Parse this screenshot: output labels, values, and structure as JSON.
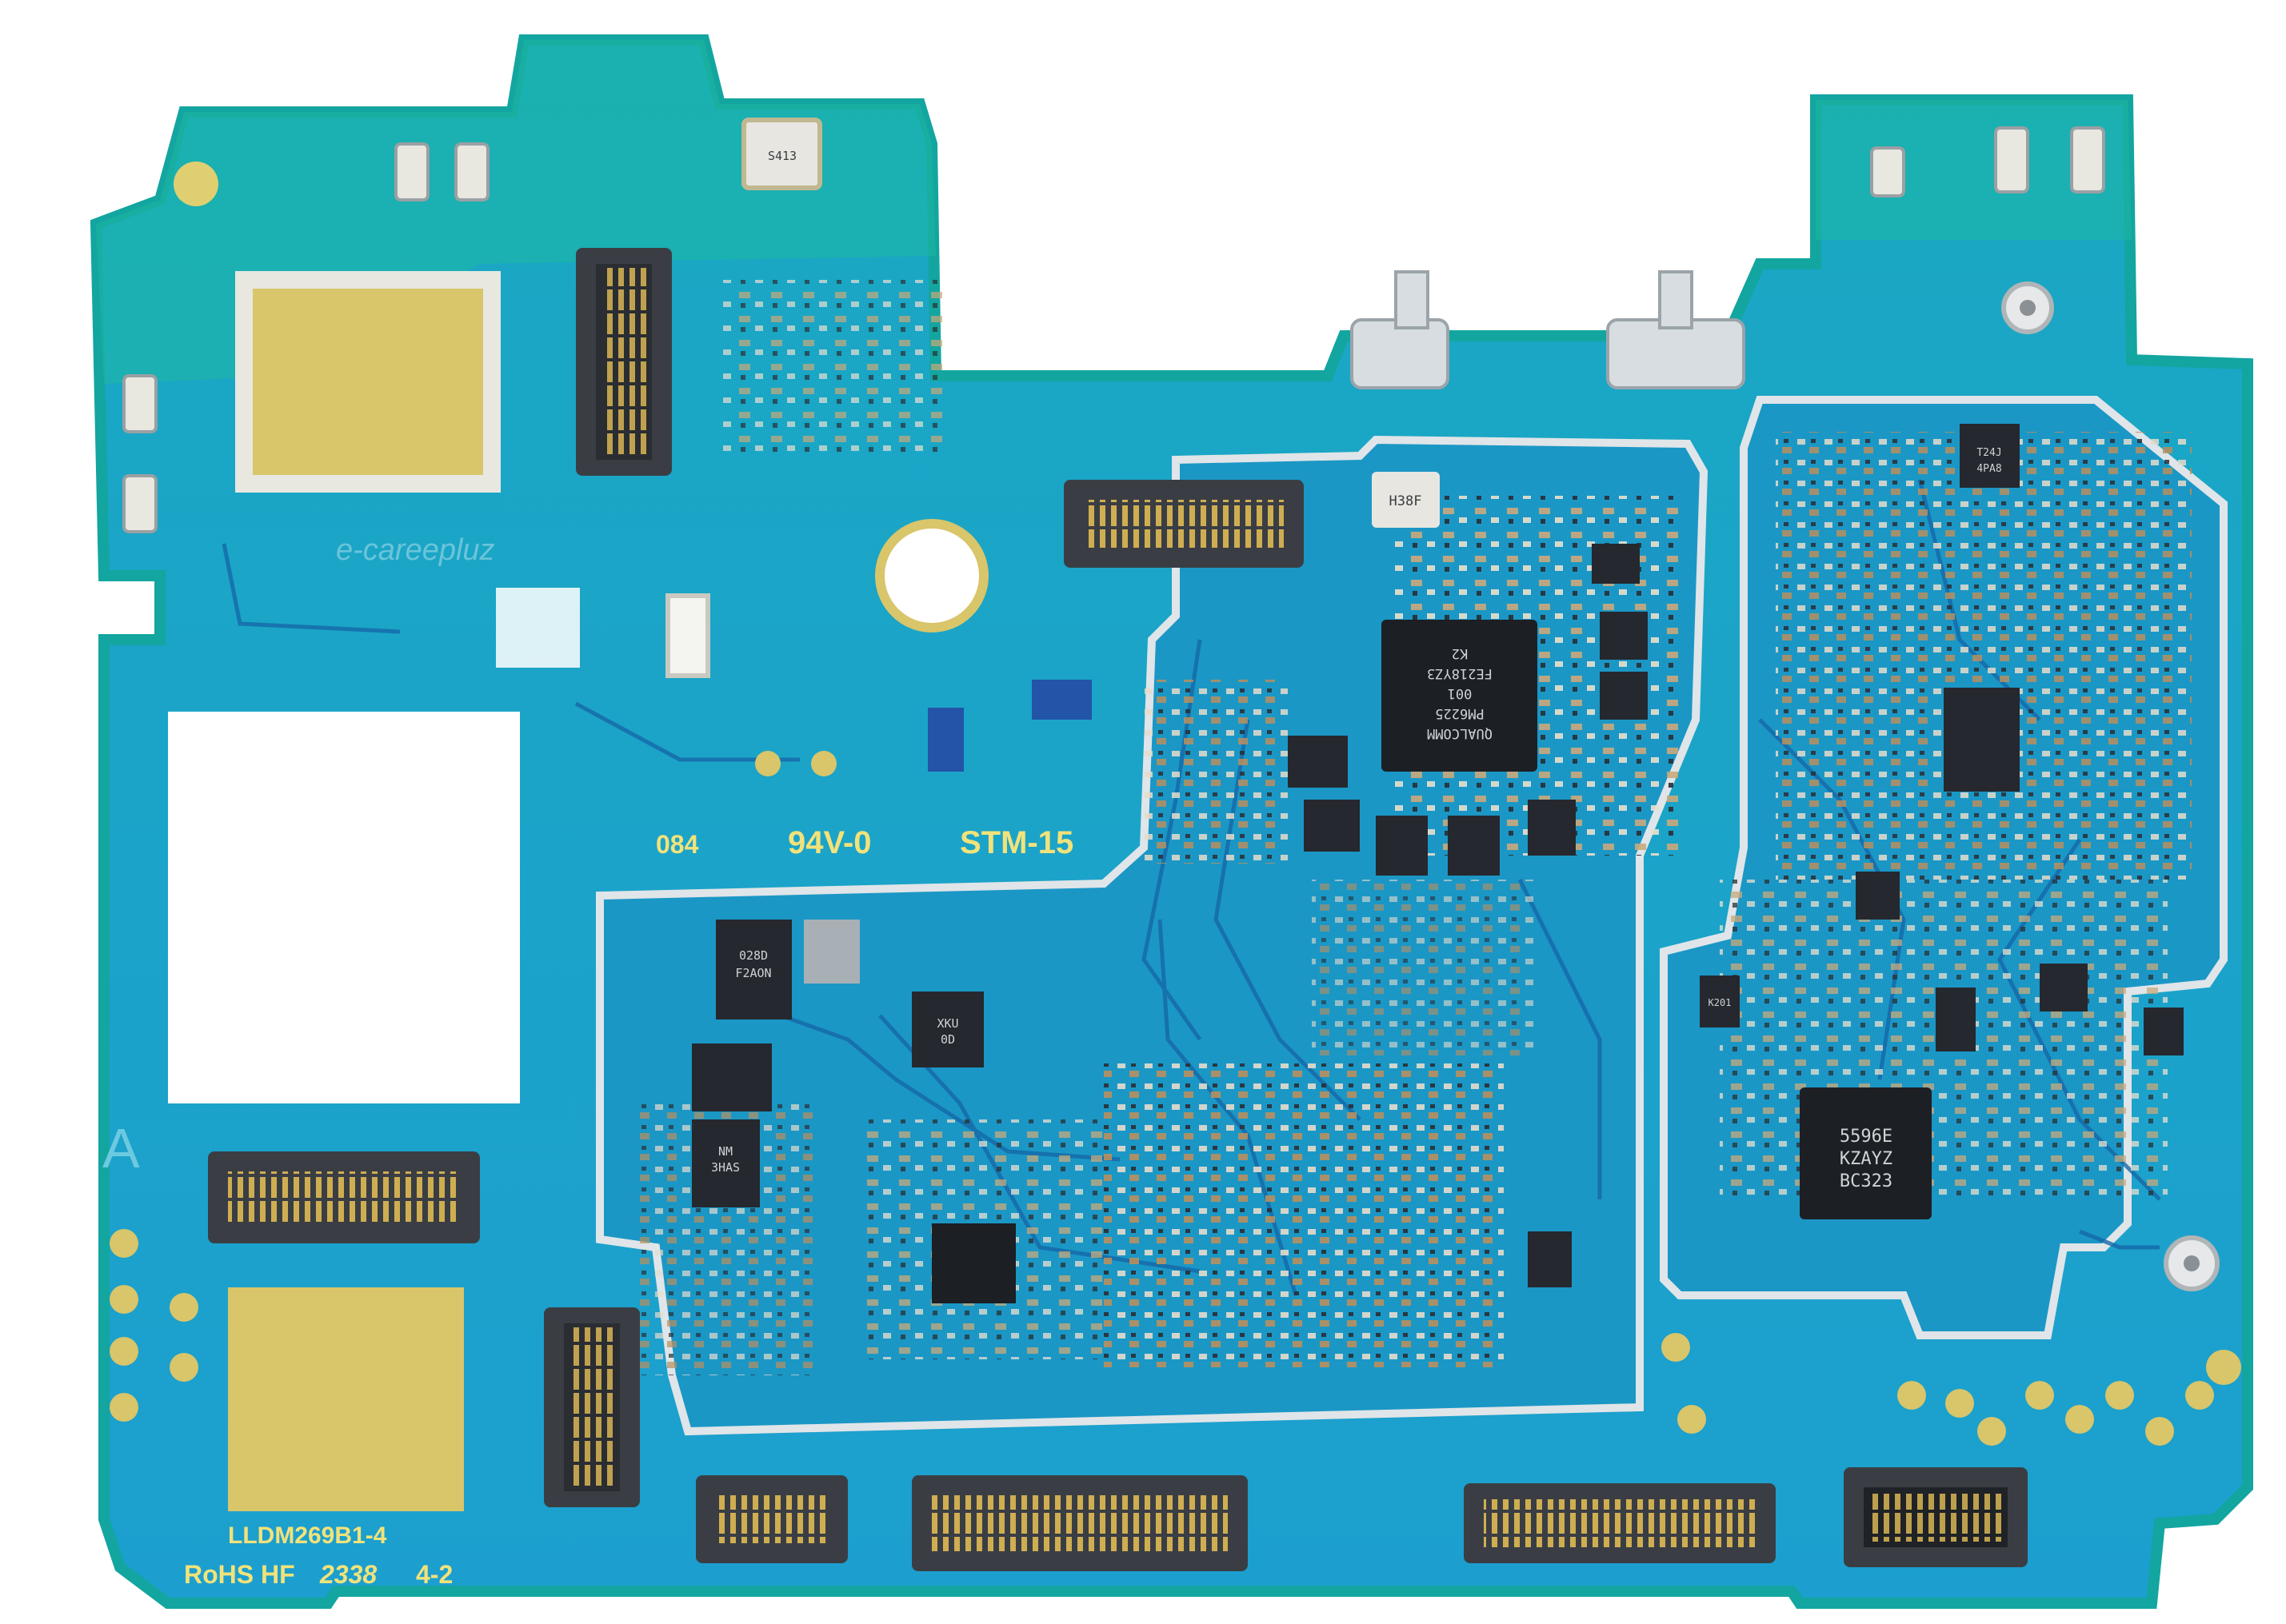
{
  "colors": {
    "board": "#1fa4c9",
    "board_edge": "#15b3a6",
    "trace": "#1568a8",
    "shield": "#c9d1d6",
    "gold": "#d9c56a",
    "chip": "#1c1f24",
    "silkscreen": "#f2e27a"
  },
  "silkscreen": {
    "batch": "084",
    "ul_rating": "94V-0",
    "maker": "STM-15",
    "model": "LLDM269B1-4",
    "compliance": "RoHS HF",
    "date_code": "2338",
    "rev": "4-2",
    "side_letter": "A"
  },
  "chips": {
    "pmic": {
      "line1": "QUALCOMM",
      "line2": "PM6225",
      "line3": "001",
      "line4": "FE218YZ3",
      "line5": "K2"
    },
    "rf": {
      "line1": "5596E",
      "line2": "KZAYZ",
      "line3": "BC323"
    },
    "sensor": {
      "line1": "H38F"
    },
    "mic": {
      "line1": "S413"
    },
    "small1": {
      "line1": "028D",
      "line2": "F2AON"
    },
    "small2": {
      "line1": "XKU",
      "line2": "0D"
    },
    "small3": {
      "line1": "NM",
      "line2": "3HAS"
    },
    "small4": {
      "line1": "T24J",
      "line2": "4PA8"
    },
    "small5": {
      "line1": "K201"
    }
  },
  "watermark": {
    "text": "e-careepluz"
  }
}
